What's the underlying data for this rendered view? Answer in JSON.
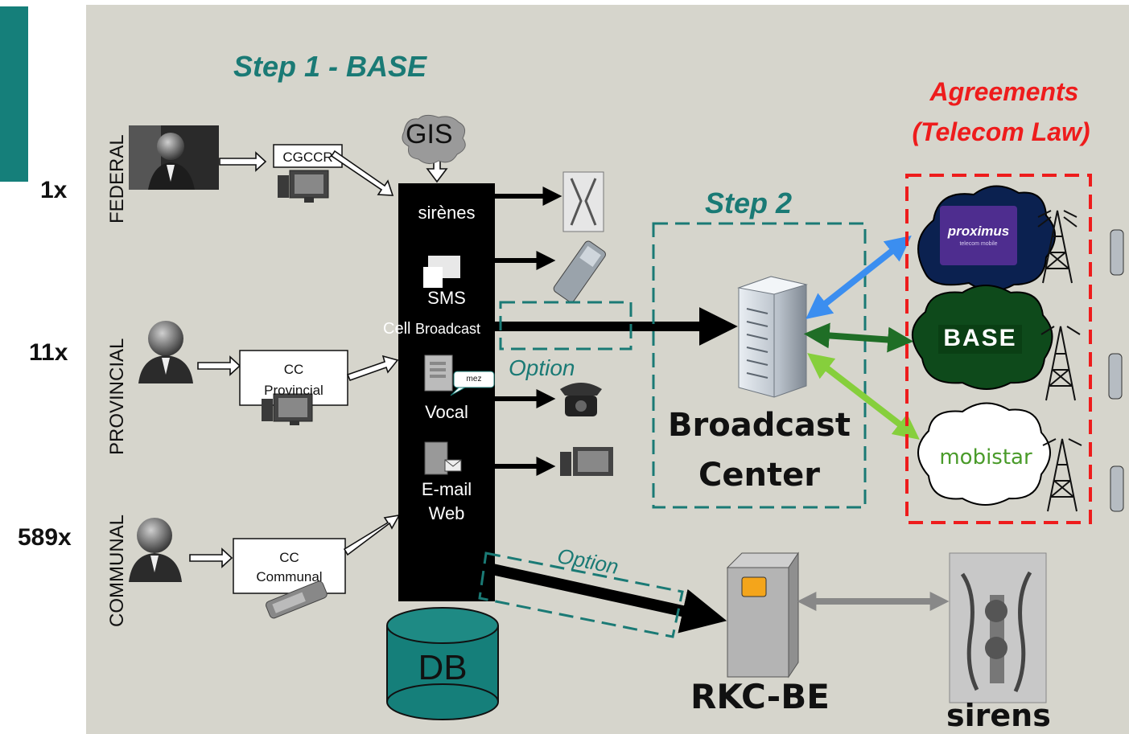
{
  "titles": {
    "step1": "Step 1 - BASE",
    "step2": "Step 2",
    "agreements_line1": "Agreements",
    "agreements_line2": "(Telecom Law)"
  },
  "levels": [
    {
      "count": "1x",
      "name": "FEDERAL",
      "center": "CGCCR"
    },
    {
      "count": "11x",
      "name": "PROVINCIAL",
      "center_line1": "CC",
      "center_line2": "Provincial"
    },
    {
      "count": "589x",
      "name": "COMMUNAL",
      "center_line1": "CC",
      "center_line2": "Communal"
    }
  ],
  "gis": "GIS",
  "channels": {
    "sirenes": "sirènes",
    "sms": "SMS",
    "cell_prefix": "Cell",
    "cell_suffix": "Broadcast",
    "mez": "mez",
    "vocal": "Vocal",
    "email": "E-mail",
    "web": "Web"
  },
  "options": {
    "vocal": "Option",
    "rkc": "Option"
  },
  "db": "DB",
  "broadcast_center_line1": "Broadcast",
  "broadcast_center_line2": "Center",
  "rkc": "RKC-BE",
  "sirens": "sirens",
  "operators": [
    {
      "name": "proximus",
      "sub": "telecom mobile",
      "color": "#0b2150"
    },
    {
      "name": "BASE",
      "color": "#0e4a1b"
    },
    {
      "name": "mobistar",
      "color": "#ffffff"
    }
  ],
  "colors": {
    "background": "#d6d5cc",
    "teal_bar": "#157f7a",
    "teal_accent": "#1a7a75",
    "agreements_red": "#ee1c1c",
    "proximus_arrow": "#3b8ef0",
    "base_arrow": "#1f6e26",
    "mobistar_arrow": "#86cf3c",
    "rkc_arrow": "#888888"
  }
}
